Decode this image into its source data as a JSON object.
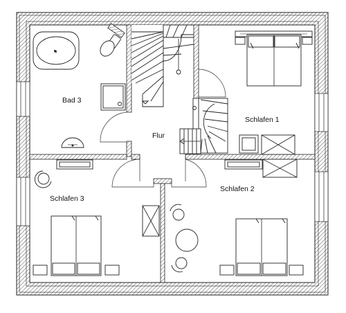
{
  "rooms": {
    "bad3": "Bad 3",
    "flur": "Flur",
    "schlafen1": "Schlafen 1",
    "schlafen2": "Schlafen 2",
    "schlafen3": "Schlafen 3"
  }
}
